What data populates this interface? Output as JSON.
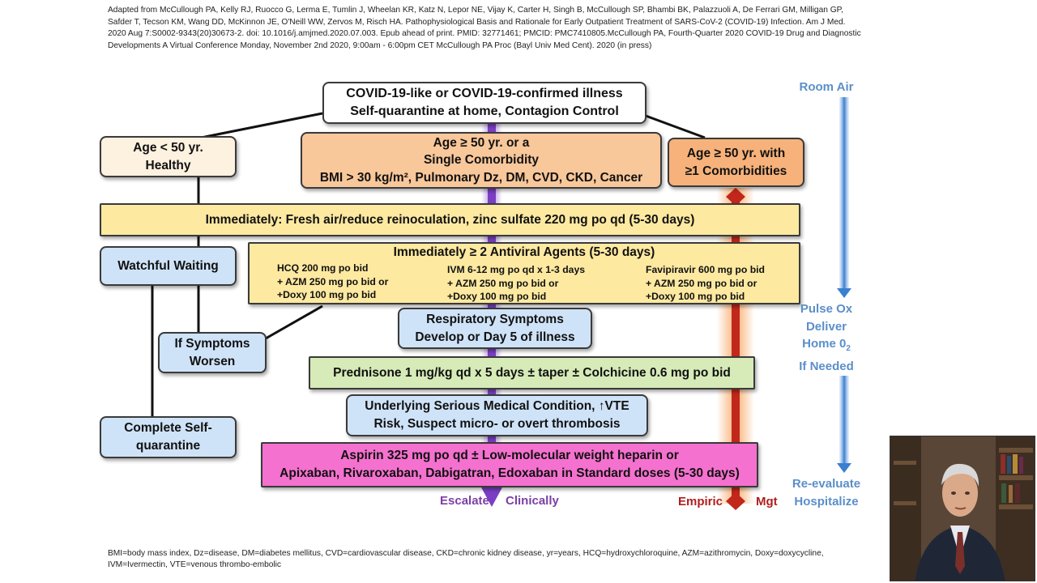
{
  "citation": "Adapted from McCullough PA, Kelly RJ, Ruocco G, Lerma E, Tumlin J, Wheelan KR, Katz N, Lepor NE, Vijay K, Carter H, Singh B, McCullough SP, Bhambi BK, Palazzuoli A, De Ferrari GM, Milligan GP, Safder T, Tecson KM, Wang DD, McKinnon JE, O'Neill WW, Zervos M, Risch HA. Pathophysiological Basis and Rationale for Early Outpatient Treatment of SARS-CoV-2 (COVID-19) Infection. Am J Med. 2020 Aug 7:S0002-9343(20)30673-2. doi: 10.1016/j.amjmed.2020.07.003. Epub ahead of print. PMID: 32771461; PMCID: PMC7410805.McCullough PA, Fourth-Quarter 2020 COVID-19 Drug and Diagnostic Developments A Virtual Conference Monday, November 2nd 2020, 9:00am - 6:00pm CET McCullough PA Proc (Bayl Univ Med Cent). 2020 (in press)",
  "top_box": {
    "line1": "COVID-19-like or COVID-19-confirmed illness",
    "line2": "Self-quarantine at home, Contagion Control"
  },
  "age_under50": {
    "line1": "Age < 50 yr.",
    "line2": "Healthy"
  },
  "age_single": {
    "line1": "Age ≥ 50 yr. or a",
    "line2": "Single Comorbidity",
    "line3": "BMI > 30 kg/m², Pulmonary Dz, DM, CVD, CKD, Cancer"
  },
  "age_multi": {
    "line1": "Age ≥ 50 yr. with",
    "line2": "≥1 Comorbidities"
  },
  "immediately": "Immediately:  Fresh air/reduce reinoculation, zinc sulfate 220 mg po qd (5-30 days)",
  "antiviral": {
    "title": "Immediately ≥ 2 Antiviral Agents (5-30 days)",
    "col1": [
      "HCQ 200 mg po bid",
      "+ AZM 250 mg po bid or",
      "+Doxy 100 mg po bid"
    ],
    "col2": [
      "IVM 6-12 mg po qd x 1-3 days",
      "+ AZM 250 mg po bid or",
      "+Doxy 100 mg po bid"
    ],
    "col3": [
      "Favipiravir 600 mg po bid",
      "+ AZM 250 mg po bid or",
      "+Doxy 100 mg po bid"
    ]
  },
  "watchful": "Watchful Waiting",
  "if_worsen": {
    "line1": "If Symptoms",
    "line2": "Worsen"
  },
  "respiratory": {
    "line1": "Respiratory Symptoms",
    "line2": "Develop or Day 5 of illness"
  },
  "prednisone": "Prednisone 1 mg/kg qd x 5 days ± taper ± Colchicine 0.6 mg po bid",
  "underlying": {
    "line1": "Underlying Serious Medical Condition, ↑VTE",
    "line2": "Risk, Suspect micro- or overt thrombosis"
  },
  "complete": {
    "line1": "Complete Self-",
    "line2": "quarantine"
  },
  "aspirin": {
    "line1": "Aspirin 325 mg po qd ± Low-molecular weight heparin or",
    "line2": "Apixaban, Rivaroxaban, Dabigatran, Edoxaban in Standard doses (5-30 days)"
  },
  "escalate": {
    "left": "Escalate",
    "right": "Clinically"
  },
  "empiric": {
    "left": "Empiric",
    "right": "Mgt"
  },
  "room_air": "Room Air",
  "pulse_ox": {
    "line1": "Pulse Ox",
    "line2": "Deliver",
    "line3a": "Home 0",
    "line3sub": "2",
    "line4": "If Needed"
  },
  "reevaluate": {
    "line1": "Re-evaluate",
    "line2": "Hospitalize"
  },
  "footnote": "BMI=body mass index, Dz=disease, DM=diabetes mellitus, CVD=cardiovascular disease, CKD=chronic kidney disease, yr=years, HCQ=hydroxychloroquine, AZM=azithromycin, Doxy=doxycycline, IVM=Ivermectin, VTE=venous thrombo-embolic",
  "colors": {
    "purple_arrow": "#7b3fc4",
    "red_arrow": "#c1271b",
    "blue_arrow": "#3a7fd0",
    "side_text": "#5b8fc9"
  }
}
